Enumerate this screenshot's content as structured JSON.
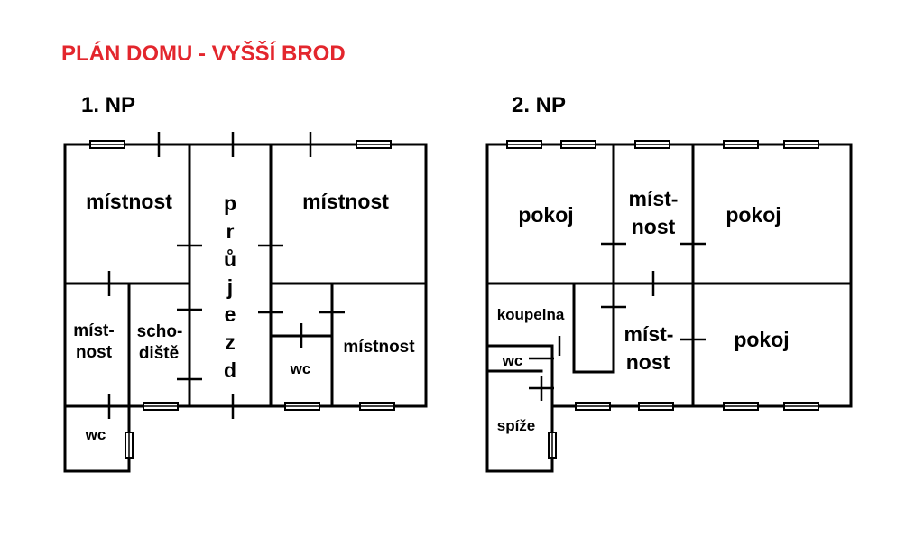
{
  "title": "PLÁN DOMU - VYŠŠÍ BROD",
  "colors": {
    "title": "#e3262d",
    "lines": "#000000",
    "background": "#ffffff"
  },
  "floor1": {
    "label": "1. NP",
    "rooms": {
      "room_top_left": "místnost",
      "passage": [
        "p",
        "r",
        "ů",
        "j",
        "e",
        "z",
        "d"
      ],
      "room_top_right": "místnost",
      "room_mid_left": [
        "míst-",
        "nost"
      ],
      "staircase": [
        "scho-",
        "diště"
      ],
      "wc_left": "wc",
      "wc_right": "wc",
      "room_bottom_right": "místnost"
    }
  },
  "floor2": {
    "label": "2. NP",
    "rooms": {
      "pokoj_left": "pokoj",
      "room_center": [
        "míst-",
        "nost"
      ],
      "pokoj_right": "pokoj",
      "bathroom": "koupelna",
      "wc": "wc",
      "pantry": "spíže",
      "room_lower_center": [
        "míst-",
        "nost"
      ],
      "pokoj_bottom_right": "pokoj"
    }
  }
}
